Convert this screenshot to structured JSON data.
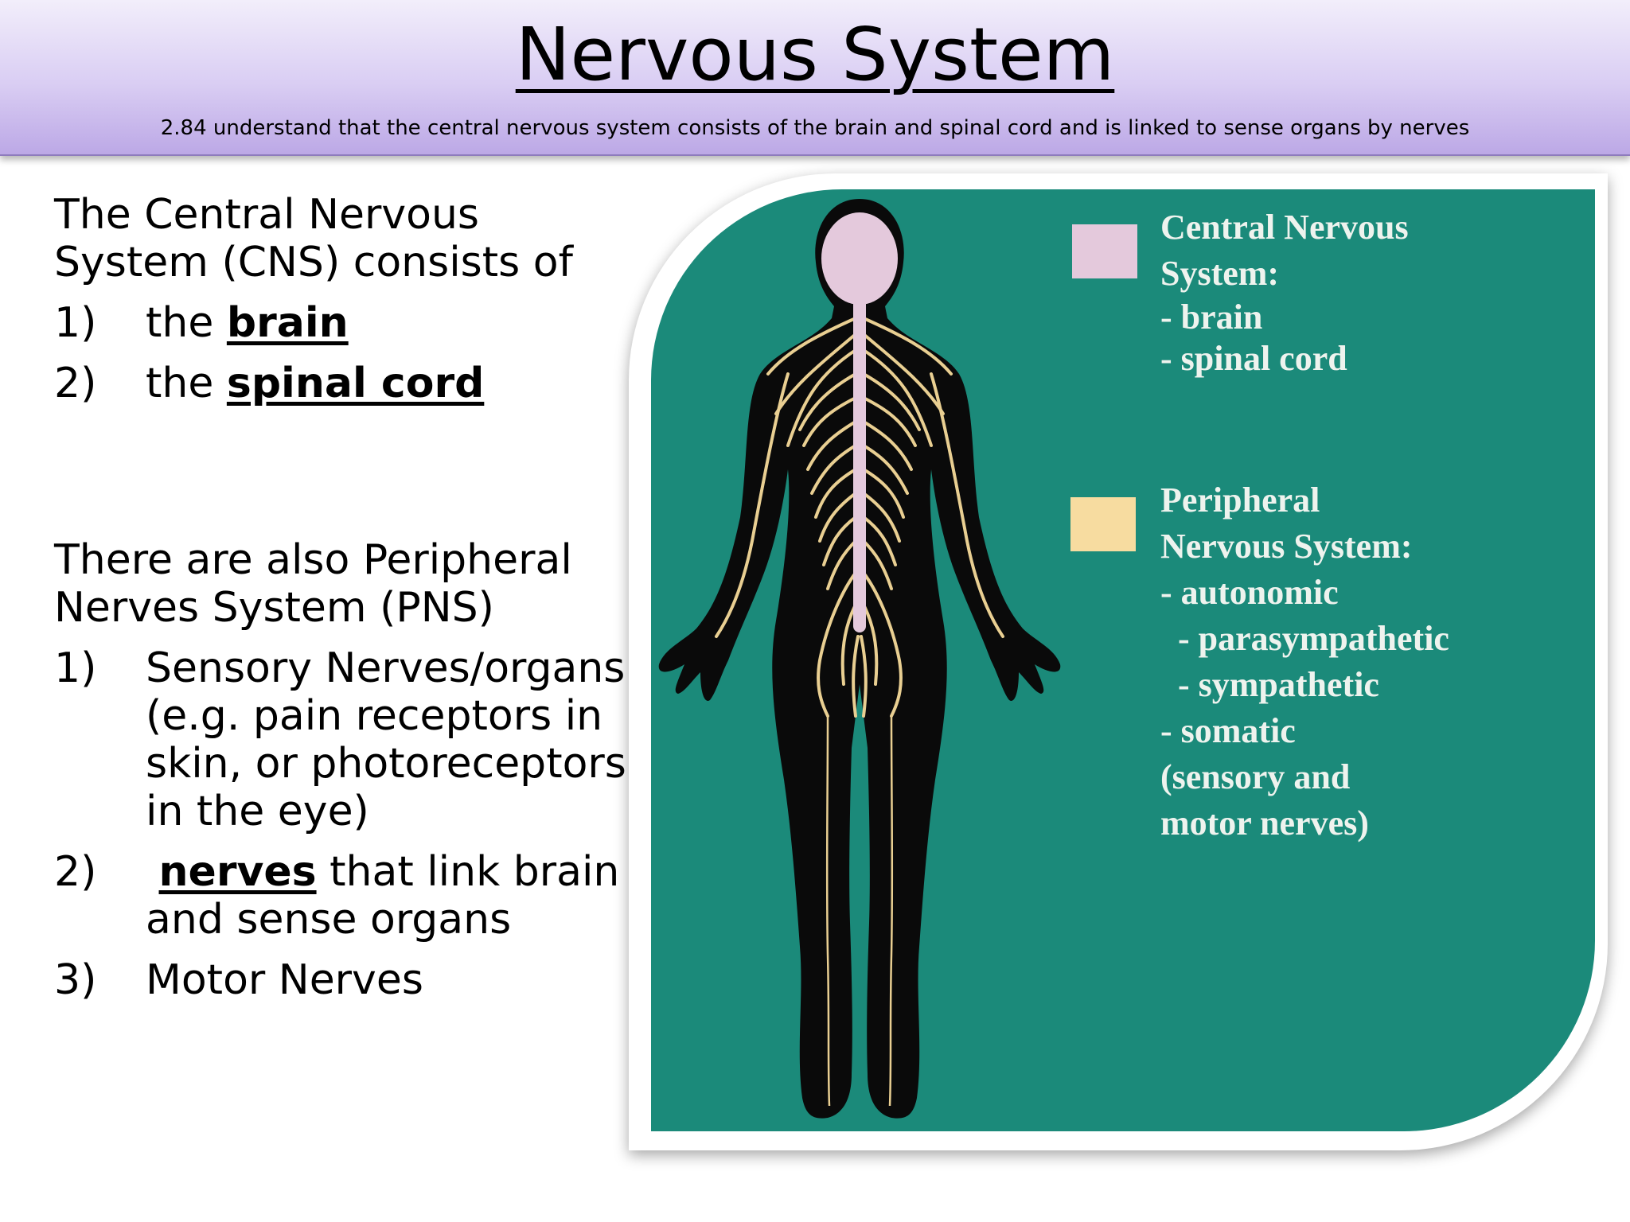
{
  "header": {
    "title": "Nervous System",
    "subtitle": "2.84 understand that the central nervous system consists of the brain and spinal cord and is linked to sense organs by nerves"
  },
  "cns": {
    "intro": "The Central Nervous System (CNS) consists of",
    "items": [
      {
        "num": "1)",
        "pre": "the ",
        "bold": "brain",
        "post": ""
      },
      {
        "num": "2)",
        "pre": "the ",
        "bold": "spinal cord",
        "post": ""
      }
    ]
  },
  "pns": {
    "intro": "There are also Peripheral Nerves System (PNS)",
    "items": [
      {
        "num": "1)",
        "text": "Sensory Nerves/organs (e.g. pain receptors in skin, or photoreceptors in the eye)"
      },
      {
        "num": "2)",
        "pre": " ",
        "bold": "nerves",
        "post": " that link brain and sense organs"
      },
      {
        "num": "3)",
        "text": "Motor Nerves"
      }
    ]
  },
  "diagram": {
    "legend_cns": {
      "color": "#e4c9dc",
      "lines": [
        "Central Nervous",
        "System:",
        "- brain",
        "- spinal cord"
      ]
    },
    "legend_pns": {
      "color": "#f7dca0",
      "lines": [
        "Peripheral",
        "Nervous System:",
        "- autonomic",
        "  - parasympathetic",
        "  - sympathetic",
        "- somatic",
        "(sensory and",
        "motor nerves)"
      ]
    },
    "colors": {
      "panel": "#1b8a7a",
      "body": "#0a0a0a",
      "cns": "#e4c9dc",
      "nerves": "#e9cf92"
    }
  }
}
